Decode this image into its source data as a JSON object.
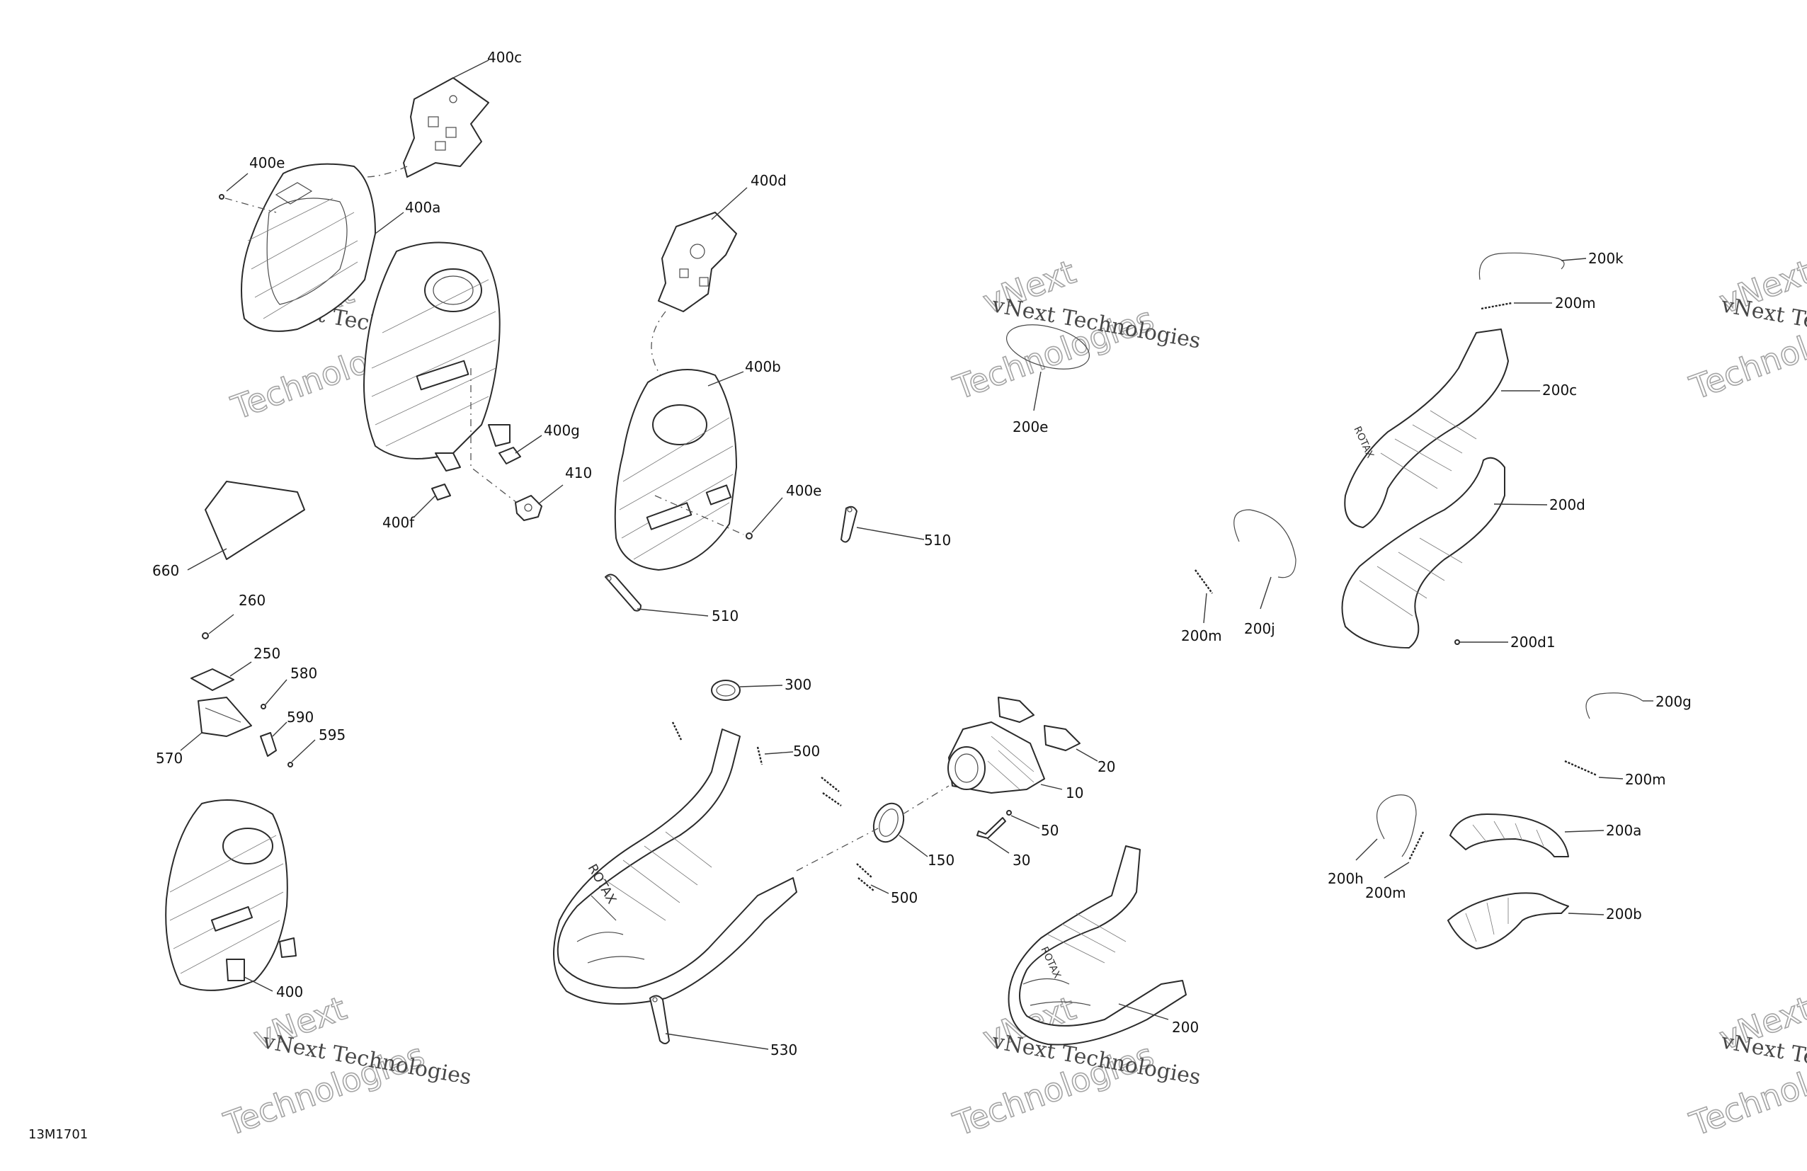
{
  "diagram_ref": "13M1701",
  "watermark": {
    "line1": "vNext",
    "line2": "vNext Technologies",
    "line3": "Technologies"
  },
  "callouts": {
    "c400c": "400c",
    "c400e_top": "400e",
    "c400a": "400a",
    "c400d": "400d",
    "c400b": "400b",
    "c400g": "400g",
    "c410": "410",
    "c400f": "400f",
    "c400e_mid": "400e",
    "c510_right": "510",
    "c510_left": "510",
    "c660": "660",
    "c260": "260",
    "c250": "250",
    "c580": "580",
    "c590": "590",
    "c595": "595",
    "c570": "570",
    "c400": "400",
    "c300": "300",
    "c500_top": "500",
    "c20": "20",
    "c10": "10",
    "c50": "50",
    "c30": "30",
    "c150": "150",
    "c500_bottom": "500",
    "c530": "530",
    "c200": "200",
    "c200e": "200e",
    "c200k": "200k",
    "c200m_top": "200m",
    "c200c": "200c",
    "c200d": "200d",
    "c200m_left": "200m",
    "c200j": "200j",
    "c200d1": "200d1",
    "c200g": "200g",
    "c200m_right": "200m",
    "c200a": "200a",
    "c200h": "200h",
    "c200m_bottom": "200m",
    "c200b": "200b"
  }
}
